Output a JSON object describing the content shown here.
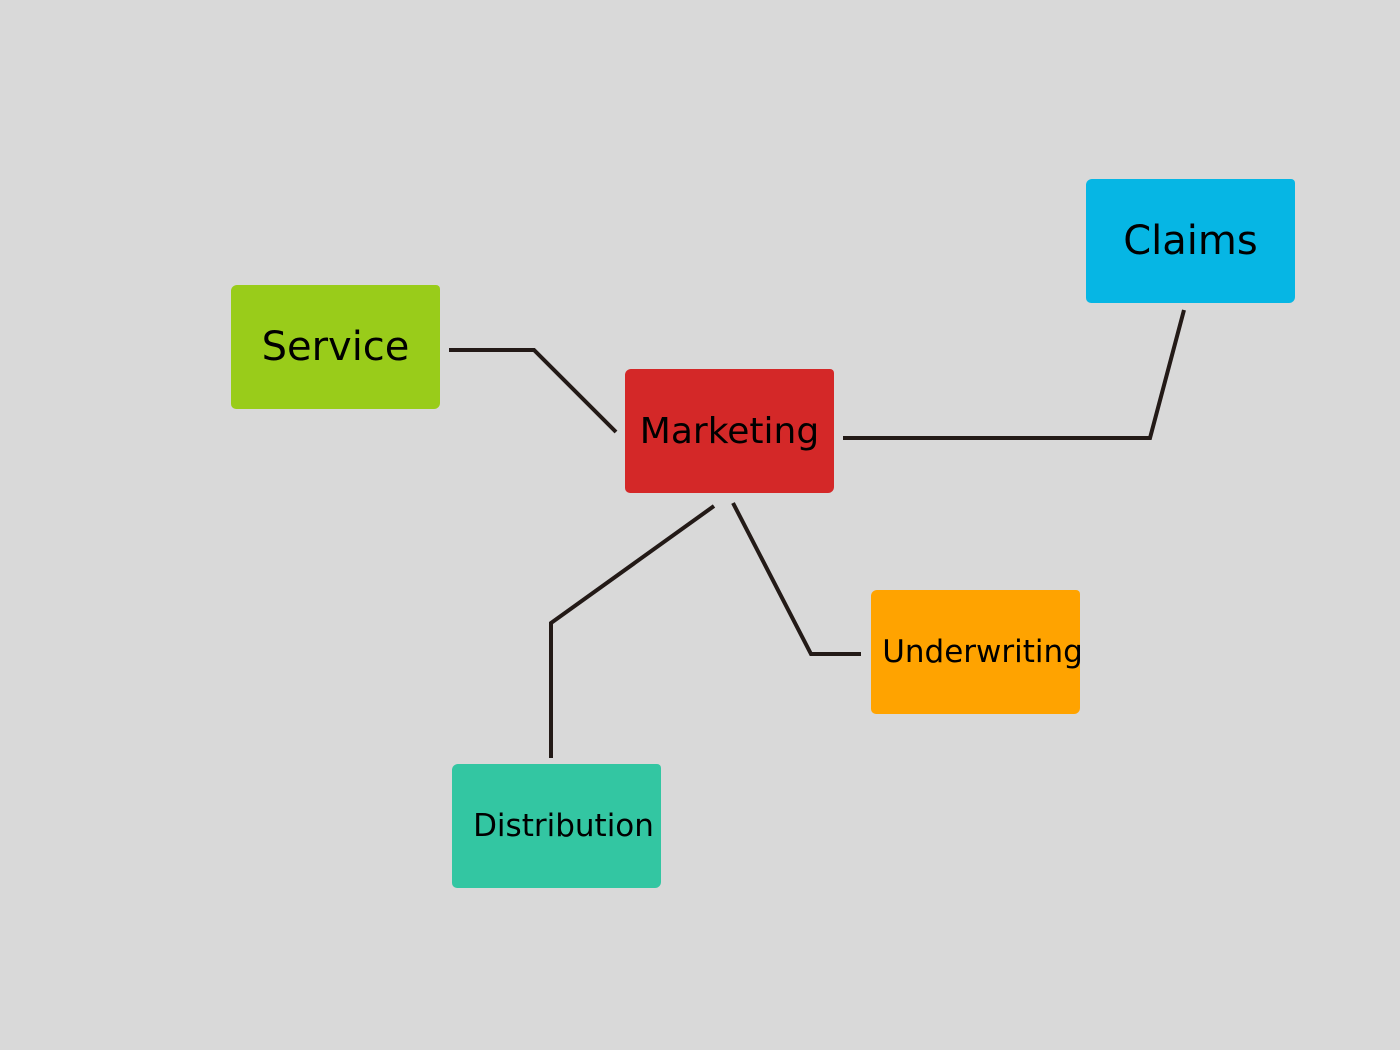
{
  "nodes": {
    "service": {
      "label": "Service",
      "color": "#99cc1a"
    },
    "marketing": {
      "label": "Marketing",
      "color": "#d42828"
    },
    "claims": {
      "label": "Claims",
      "color": "#06b6e4"
    },
    "underwriting": {
      "label": "Underwriting",
      "color": "#ffa300"
    },
    "distribution": {
      "label": "Distribution",
      "color": "#33c6a2"
    }
  },
  "connector_color": "#231a17"
}
